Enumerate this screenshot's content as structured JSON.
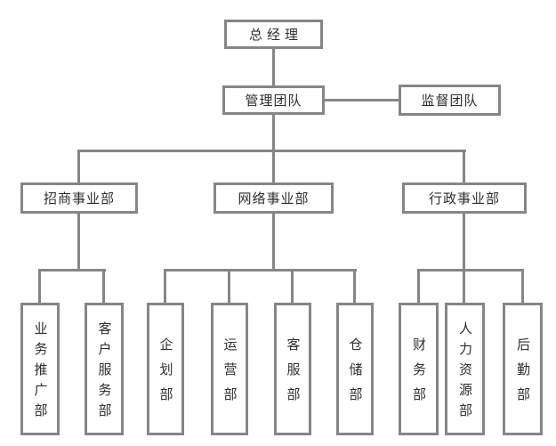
{
  "colors": {
    "line": "#868686",
    "text": "#2e2e2e",
    "background": "#ffffff"
  },
  "nodes": {
    "ceo": {
      "label": "总经理"
    },
    "management": {
      "label": "管理团队"
    },
    "supervision": {
      "label": "监督团队"
    },
    "dept_investment": {
      "label": "招商事业部"
    },
    "dept_network": {
      "label": "网络事业部"
    },
    "dept_admin": {
      "label": "行政事业部"
    },
    "business_promotion": {
      "label": "业务推广部"
    },
    "customer_service": {
      "label": "客户服务部"
    },
    "planning": {
      "label": "企划部"
    },
    "operations": {
      "label": "运营部"
    },
    "customer_support": {
      "label": "客服部"
    },
    "warehousing": {
      "label": "仓储部"
    },
    "finance": {
      "label": "财务部"
    },
    "human_resources": {
      "label": "人力资源部"
    },
    "logistics": {
      "label": "后勤部"
    }
  },
  "hierarchy": {
    "ceo": [
      "management"
    ],
    "management": [
      "supervision",
      "dept_investment",
      "dept_network",
      "dept_admin"
    ],
    "dept_investment": [
      "business_promotion",
      "customer_service"
    ],
    "dept_network": [
      "planning",
      "operations",
      "customer_support",
      "warehousing"
    ],
    "dept_admin": [
      "finance",
      "human_resources",
      "logistics"
    ]
  }
}
